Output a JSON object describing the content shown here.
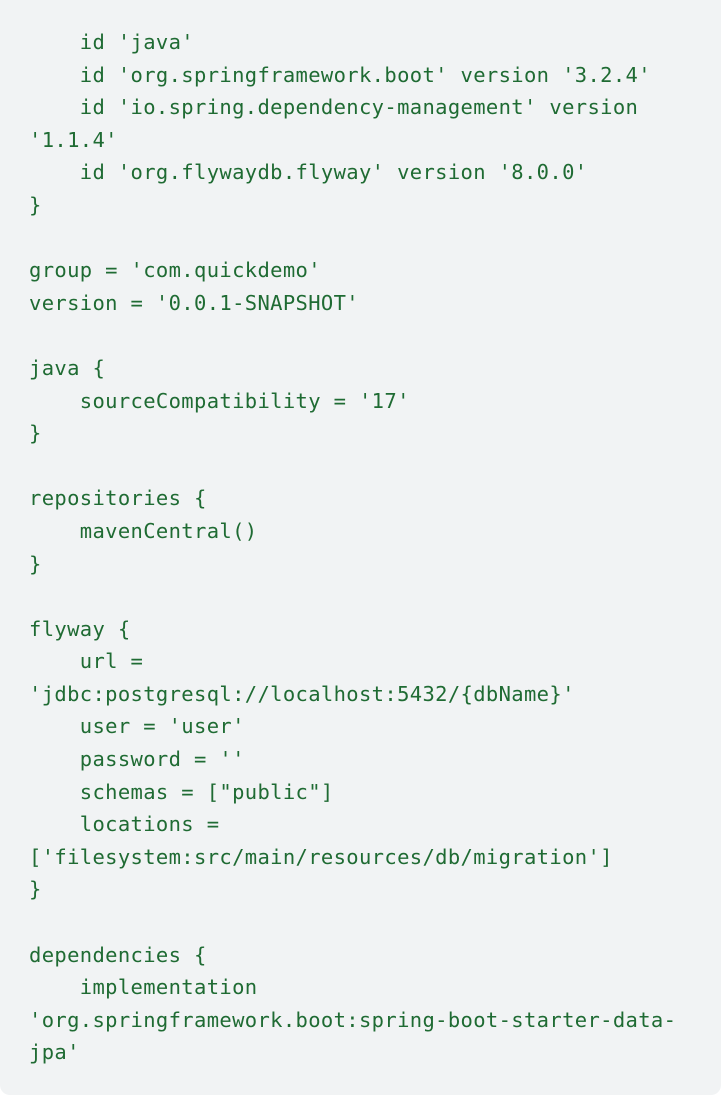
{
  "code_block": {
    "language": "gradle",
    "text_color": "#1f6b33",
    "background_color": "#f1f3f4",
    "lines": [
      "    id 'java'",
      "    id 'org.springframework.boot' version '3.2.4'",
      "    id 'io.spring.dependency-management' version",
      "'1.1.4'",
      "    id 'org.flywaydb.flyway' version '8.0.0'",
      "}",
      "",
      "group = 'com.quickdemo'",
      "version = '0.0.1-SNAPSHOT'",
      "",
      "java {",
      "    sourceCompatibility = '17'",
      "}",
      "",
      "repositories {",
      "    mavenCentral()",
      "}",
      "",
      "flyway {",
      "    url =",
      "'jdbc:postgresql://localhost:5432/{dbName}'",
      "    user = 'user'",
      "    password = ''",
      "    schemas = [\"public\"]",
      "    locations =",
      "['filesystem:src/main/resources/db/migration']",
      "}",
      "",
      "dependencies {",
      "    implementation",
      "'org.springframework.boot:spring-boot-starter-data-",
      "jpa'"
    ]
  }
}
